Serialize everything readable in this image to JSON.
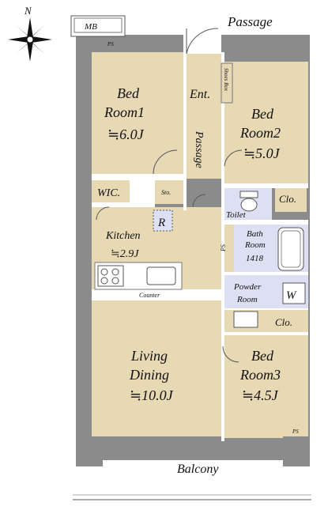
{
  "compass": {
    "north_label": "N"
  },
  "labels": {
    "mb": "MB",
    "passage_top": "Passage",
    "ps_top": "PS",
    "bedroom1_name": "Bed",
    "bedroom1_name2": "Room1",
    "bedroom1_size": "≒6.0J",
    "ent": "Ent.",
    "shoes_box": "Shoes Box",
    "passage_mid": "Passage",
    "bedroom2_name": "Bed",
    "bedroom2_name2": "Room2",
    "bedroom2_size": "≒5.0J",
    "wic": "WIC.",
    "sto": "Sto.",
    "clo1": "Clo.",
    "toilet": "Toilet",
    "r": "R",
    "kitchen": "Kitchen",
    "kitchen_size": "≒2.9J",
    "bath1": "Bath",
    "bath2": "Room",
    "bath3": "1418",
    "ps_mid": "PS",
    "counter": "Counter",
    "powder1": "Powder",
    "powder2": "Room",
    "w": "W",
    "clo2": "Clo.",
    "living1": "Living",
    "living2": "Dining",
    "living_size": "≒10.0J",
    "bedroom3_name": "Bed",
    "bedroom3_name2": "Room3",
    "bedroom3_size": "≒4.5J",
    "ps_bottom": "PS",
    "balcony": "Balcony"
  }
}
